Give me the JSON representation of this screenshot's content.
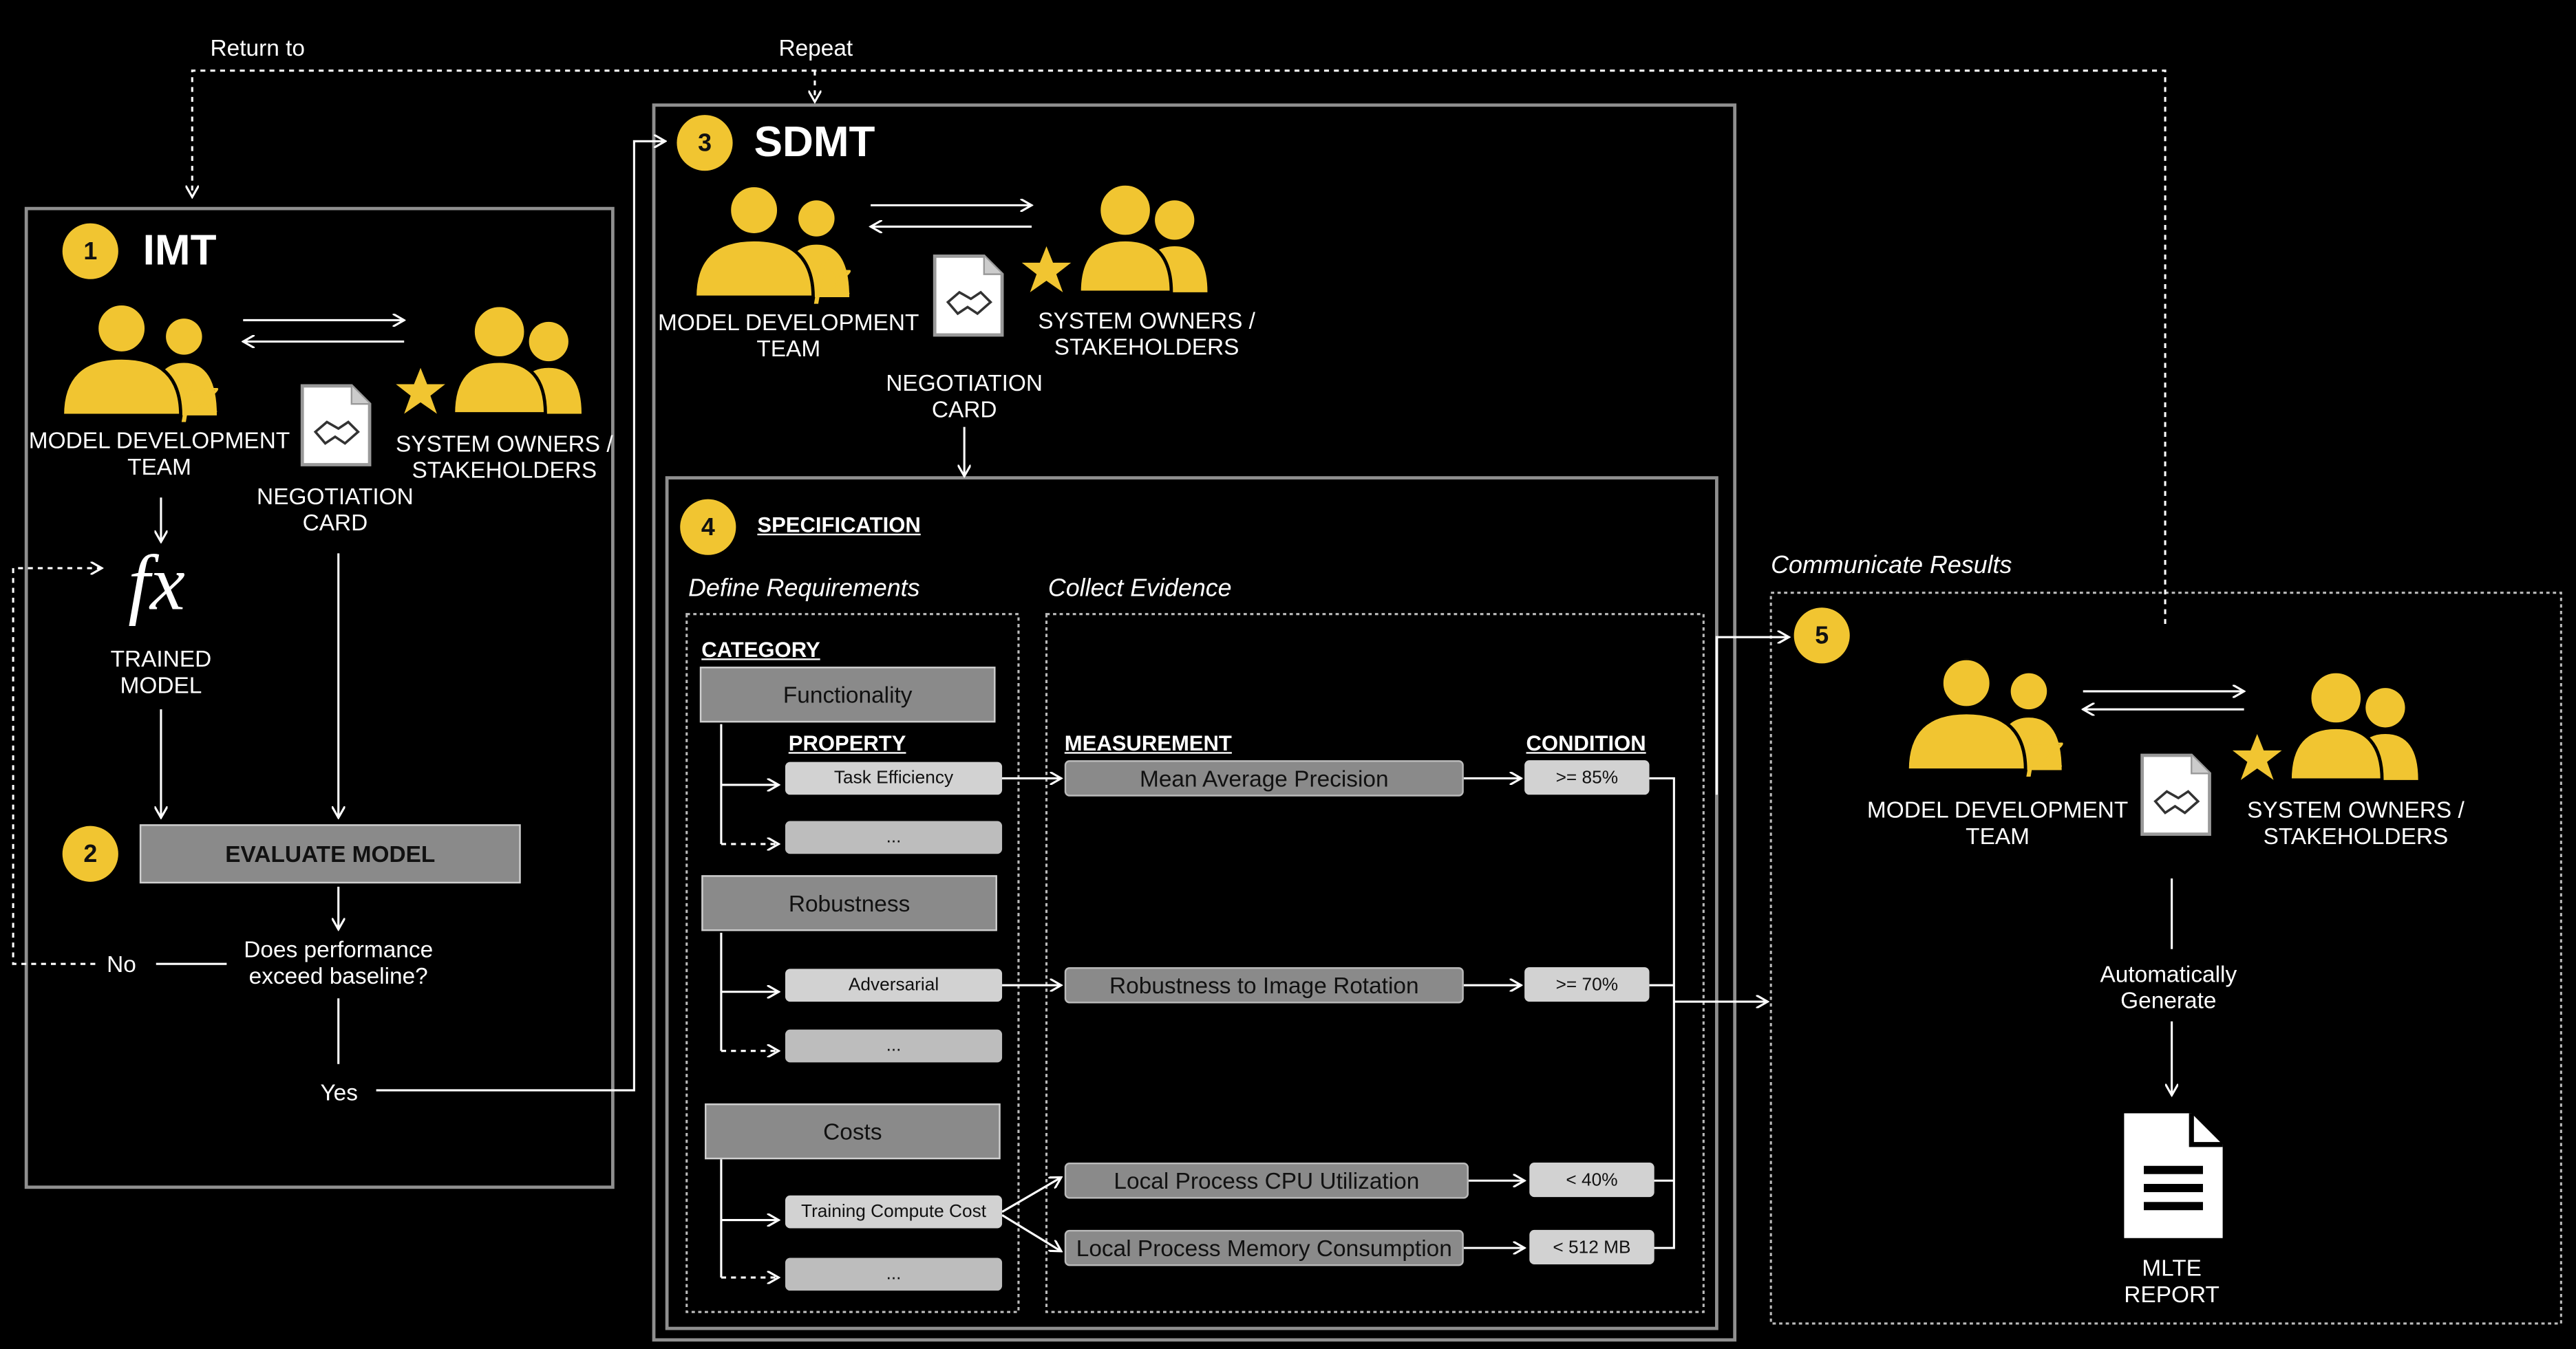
{
  "colors": {
    "accent": "#f1c531",
    "background": "#000000",
    "box_gray": "#8a8a8a",
    "pill": "#d2d2d2"
  },
  "loop": {
    "return_to": "Return to",
    "repeat": "Repeat"
  },
  "imt": {
    "number": "1",
    "title": "IMT",
    "model_team": [
      "MODEL DEVELOPMENT",
      "TEAM"
    ],
    "owners": [
      "SYSTEM OWNERS /",
      "STAKEHOLDERS"
    ],
    "negotiation": [
      "NEGOTIATION",
      "CARD"
    ],
    "trained_model": [
      "TRAINED",
      "MODEL"
    ],
    "step_number": "2",
    "evaluate": "EVALUATE MODEL",
    "question": [
      "Does performance",
      "exceed baseline?"
    ],
    "no": "No",
    "yes": "Yes"
  },
  "sdmt": {
    "number": "3",
    "title": "SDMT",
    "model_team": [
      "MODEL DEVELOPMENT",
      "TEAM"
    ],
    "owners": [
      "SYSTEM OWNERS /",
      "STAKEHOLDERS"
    ],
    "negotiation": [
      "NEGOTIATION",
      "CARD"
    ]
  },
  "specification": {
    "number": "4",
    "title": "SPECIFICATION",
    "define": "Define Requirements",
    "collect": "Collect Evidence",
    "category_header": "CATEGORY",
    "property_header": "PROPERTY",
    "measurement_header": "MEASUREMENT",
    "condition_header": "CONDITION",
    "categories": [
      {
        "name": "Functionality",
        "property": "Task Efficiency",
        "more": "..."
      },
      {
        "name": "Robustness",
        "property": "Adversarial",
        "more": "..."
      },
      {
        "name": "Costs",
        "property": "Training Compute Cost",
        "more": "..."
      }
    ],
    "measurements": [
      {
        "name": "Mean Average Precision",
        "condition": ">= 85%"
      },
      {
        "name": "Robustness to Image Rotation",
        "condition": ">= 70%"
      },
      {
        "name": "Local Process CPU Utilization",
        "condition": "< 40%"
      },
      {
        "name": "Local Process Memory Consumption",
        "condition": "< 512 MB"
      }
    ]
  },
  "communicate": {
    "heading": "Communicate Results",
    "number": "5",
    "model_team": [
      "MODEL DEVELOPMENT",
      "TEAM"
    ],
    "owners": [
      "SYSTEM OWNERS /",
      "STAKEHOLDERS"
    ],
    "auto": [
      "Automatically",
      "Generate"
    ],
    "report": [
      "MLTE",
      "REPORT"
    ]
  }
}
